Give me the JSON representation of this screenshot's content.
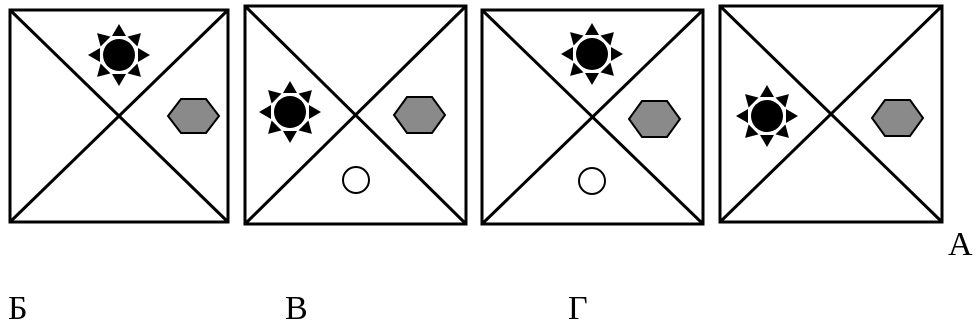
{
  "panels": [
    {
      "label": "",
      "sun": "top",
      "hexagon": "right",
      "circle": "none"
    },
    {
      "label": "",
      "sun": "left",
      "hexagon": "right",
      "circle": "bottom"
    },
    {
      "label": "",
      "sun": "top",
      "hexagon": "right",
      "circle": "bottom"
    },
    {
      "label": "",
      "sun": "left",
      "hexagon": "right",
      "circle": "none"
    }
  ],
  "labels": {
    "a": "А",
    "b": "Б",
    "v": "В",
    "g": "Г"
  },
  "icons": {
    "sun": "sun-icon",
    "hexagon": "hexagon-icon",
    "circle": "circle-icon"
  },
  "colors": {
    "hexagon_fill": "#8a8a8a",
    "sun_fill": "#000000",
    "line": "#000000",
    "circle_fill": "#ffffff"
  }
}
